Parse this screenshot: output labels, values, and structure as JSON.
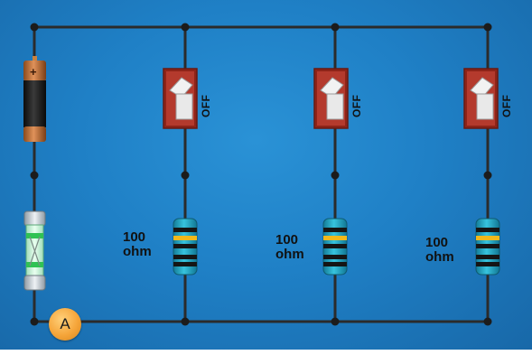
{
  "circuit": {
    "branches": [
      {
        "switch_state": "OFF",
        "resistor_value": "100",
        "resistor_unit": "ohm"
      },
      {
        "switch_state": "OFF",
        "resistor_value": "100",
        "resistor_unit": "ohm"
      },
      {
        "switch_state": "OFF",
        "resistor_value": "100",
        "resistor_unit": "ohm"
      }
    ],
    "battery": {
      "polarity_symbol": "+"
    },
    "ammeter": {
      "label": "A"
    }
  },
  "colors": {
    "board": "#1f80c6",
    "wire": "#2b2b2b",
    "switch": "#9b2a1f",
    "ammeter": "#f5a53a",
    "resistor_body": "#23a9c6"
  }
}
